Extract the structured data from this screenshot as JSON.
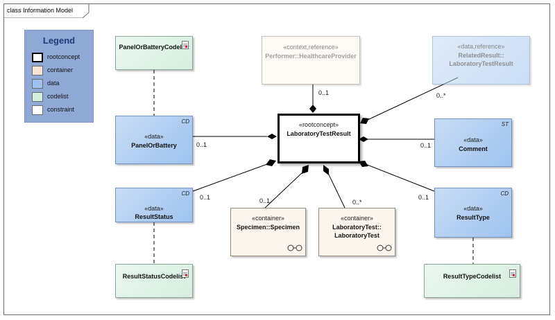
{
  "frame": {
    "title": "class Information Model"
  },
  "legend": {
    "title": "Legend",
    "items": [
      {
        "label": "rootconcept",
        "color": "#ffffff"
      },
      {
        "label": "container",
        "color": "#f8e4d4"
      },
      {
        "label": "data",
        "color": "#9ec2ef"
      },
      {
        "label": "codelist",
        "color": "#d6eedf"
      },
      {
        "label": "constraint",
        "color": "#ffffff"
      }
    ]
  },
  "root": {
    "stereotype": "«rootconcept»",
    "name": "LaboratoryTestResult"
  },
  "classes": {
    "panel_codelist": {
      "name": "PanelOrBatteryCodelist"
    },
    "performer": {
      "stereotype": "«context,reference»",
      "name": "Performer::HealthcareProvider"
    },
    "related_result": {
      "stereotype": "«data,reference»",
      "name_line1": "RelatedResult::",
      "name_line2": "LaboratoryTestResult"
    },
    "panel": {
      "stereotype": "«data»",
      "name": "PanelOrBattery",
      "type": "CD"
    },
    "comment": {
      "stereotype": "«data»",
      "name": "Comment",
      "type": "ST"
    },
    "result_status": {
      "stereotype": "«data»",
      "name": "ResultStatus",
      "type": "CD"
    },
    "specimen": {
      "stereotype": "«container»",
      "name": "Specimen::Specimen"
    },
    "lab_test": {
      "stereotype": "«container»",
      "name_line1": "LaboratoryTest::",
      "name_line2": "LaboratoryTest"
    },
    "result_type": {
      "stereotype": "«data»",
      "name": "ResultType",
      "type": "CD"
    },
    "status_codelist": {
      "name": "ResultStatusCodelist"
    },
    "type_codelist": {
      "name": "ResultTypeCodelist"
    }
  },
  "multiplicities": {
    "performer": "0..1",
    "related_result": "0..*",
    "panel": "0..1",
    "comment": "0..1",
    "result_status": "0..1",
    "specimen": "0..1",
    "lab_test": "0..*",
    "result_type": "0..1"
  }
}
